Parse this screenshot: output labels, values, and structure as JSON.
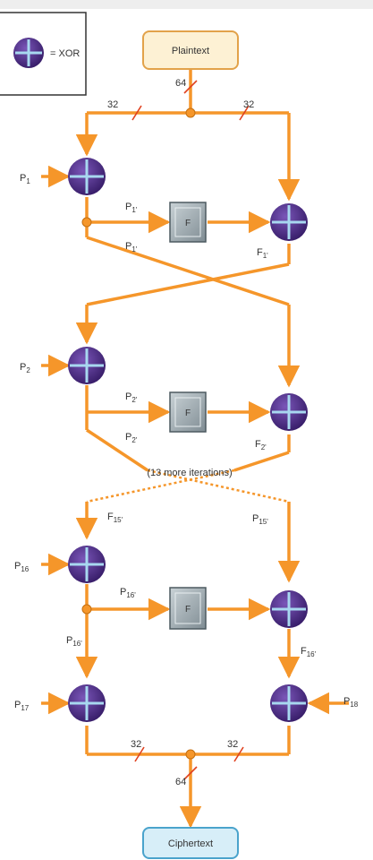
{
  "legend": {
    "equals_text": "= XOR"
  },
  "boxes": {
    "plaintext": "Plaintext",
    "ciphertext": "Ciphertext"
  },
  "bits": {
    "top_left": "32",
    "top_mid": "64",
    "top_right": "32",
    "bot_left": "32",
    "bot_mid": "64",
    "bot_right": "32"
  },
  "f_label": "F",
  "iterations_note": "(13 more iterations)",
  "labels": {
    "p1": "P",
    "p1_sub": "1",
    "p1_prime_top": "P",
    "p1_prime_top_sub": "1'",
    "p1_prime_bot": "P",
    "p1_prime_bot_sub": "1'",
    "f1": "F",
    "f1_sub": "1'",
    "p2": "P",
    "p2_sub": "2",
    "p2_prime_top": "P",
    "p2_prime_top_sub": "2'",
    "p2_prime_bot": "P",
    "p2_prime_bot_sub": "2'",
    "f2": "F",
    "f2_sub": "2'",
    "f15": "F",
    "f15_sub": "15'",
    "p15": "P",
    "p15_sub": "15'",
    "p16": "P",
    "p16_sub": "16",
    "p16_prime_mid": "P",
    "p16_prime_mid_sub": "16'",
    "p16_prime_left": "P",
    "p16_prime_left_sub": "16'",
    "f16": "F",
    "f16_sub": "16'",
    "p17": "P",
    "p17_sub": "17",
    "p18": "P",
    "p18_sub": "18"
  },
  "colors": {
    "wire": "#f5962a",
    "xor_fill": "#4b2a84",
    "xor_cross": "#a8d8f0",
    "f_box": "#9aa7ad",
    "plain_fill": "#fdf1d4",
    "cipher_fill": "#d7eef8"
  }
}
